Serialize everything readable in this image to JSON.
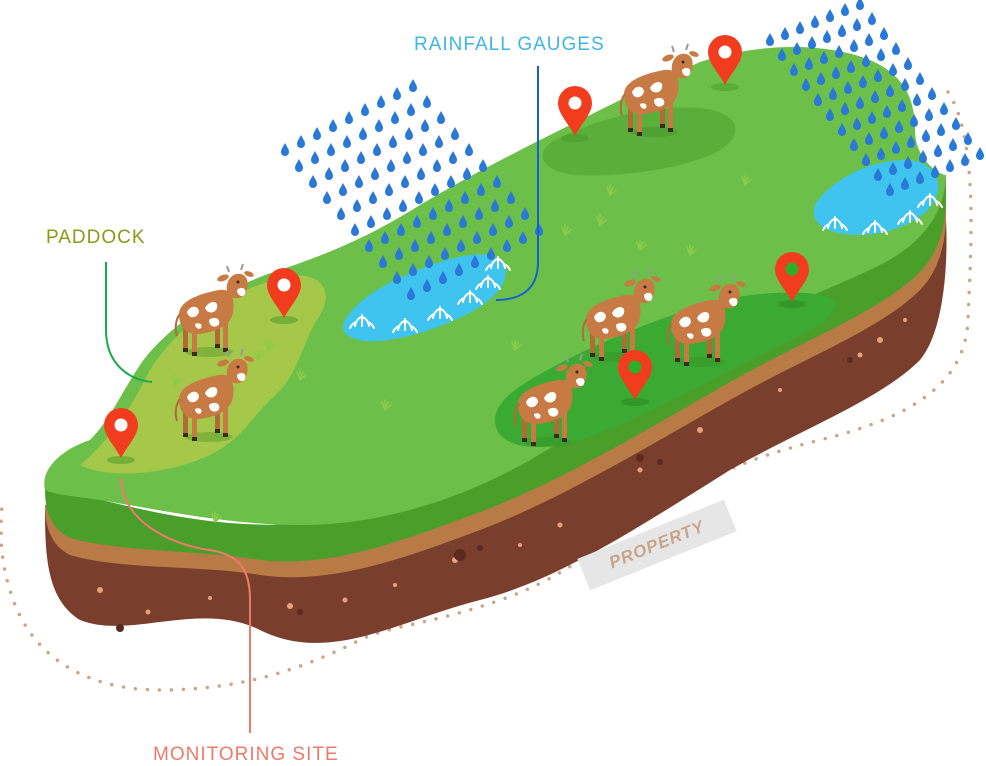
{
  "labels": {
    "rainfall_gauges": "RAINFALL GAUGES",
    "paddock": "PADDOCK",
    "monitoring_site": "MONITORING SITE",
    "property": "PROPERTY"
  },
  "colors": {
    "rainfall_gauges": "#3fb6e8",
    "paddock": "#8a9a1a",
    "monitoring_site": "#f07a6a",
    "property_text": "#c9a58a",
    "property_badge": "#e6e6e6",
    "grass_main": "#6cc04a",
    "grass_dark": "#4a9e2a",
    "paddock_light": "#a6c84a",
    "paddock_dark": "#3aaa32",
    "water": "#3fc4f0",
    "rain_drop": "#2a78d8",
    "topsoil": "#b87b46",
    "subsoil": "#7a3e2c",
    "pin": "#f23c1e",
    "cow_body": "#c77a43",
    "cow_spot": "#ffffff",
    "boundary_dots": "#c9a58a"
  },
  "icons": {
    "pin": "map-pin-icon",
    "cow": "cow-icon",
    "rain": "rain-drop-icon"
  }
}
